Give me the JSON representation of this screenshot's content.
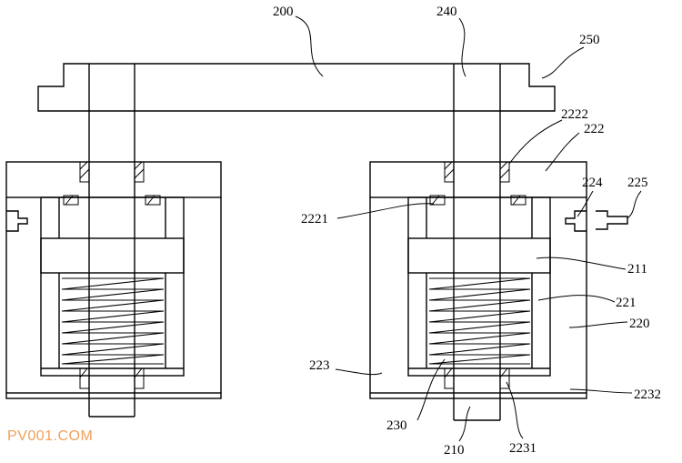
{
  "labels": {
    "l200": "200",
    "l240": "240",
    "l250": "250",
    "l2222": "2222",
    "l222": "222",
    "l224": "224",
    "l225": "225",
    "l2221": "2221",
    "l211": "211",
    "l221": "221",
    "l220": "220",
    "l223": "223",
    "l2232": "2232",
    "l230": "230",
    "l210": "210",
    "l2231": "2231"
  },
  "watermark": "PV001.COM"
}
